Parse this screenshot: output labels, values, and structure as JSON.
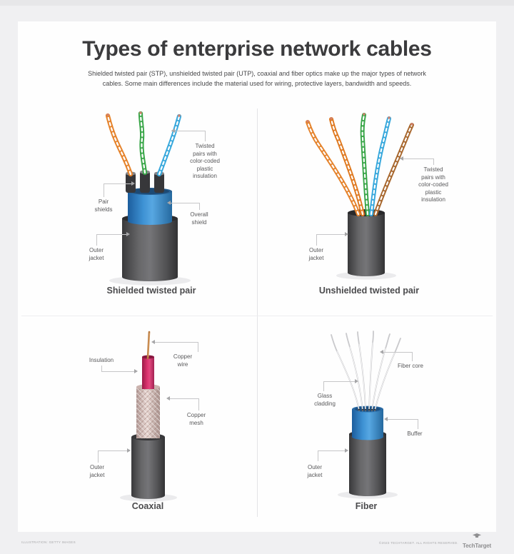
{
  "page": {
    "background": "#f0f0f2",
    "card_background": "#fefefe"
  },
  "header": {
    "title": "Types of enterprise network cables",
    "subtitle": "Shielded twisted pair (STP), unshielded twisted pair (UTP), coaxial and fiber optics make up the major types of network\ncables. Some main differences include the material used for wiring, protective layers, bandwidth and speeds."
  },
  "stp": {
    "caption": "Shielded twisted pair",
    "labels": {
      "twisted_pairs": "Twisted\npairs with\ncolor-coded\nplastic\ninsulation",
      "pair_shields": "Pair\nshields",
      "overall_shield": "Overall\nshield",
      "outer_jacket": "Outer\njacket"
    }
  },
  "utp": {
    "caption": "Unshielded twisted pair",
    "labels": {
      "twisted_pairs": "Twisted\npairs with\ncolor-coded\nplastic\ninsulation",
      "outer_jacket": "Outer\njacket"
    }
  },
  "coaxial": {
    "caption": "Coaxial",
    "labels": {
      "insulation": "Insulation",
      "copper_wire": "Copper\nwire",
      "copper_mesh": "Copper\nmesh",
      "outer_jacket": "Outer\njacket"
    }
  },
  "fiber": {
    "caption": "Fiber",
    "labels": {
      "fiber_core": "Fiber core",
      "glass_cladding": "Glass\ncladding",
      "buffer": "Buffer",
      "outer_jacket": "Outer\njacket"
    }
  },
  "footer": {
    "credit": "ILLUSTRATION: GETTY IMAGES",
    "copyright": "©2023 TECHTARGET. ALL RIGHTS RESERVED.",
    "logo": "TechTarget"
  },
  "colors": {
    "wire_orange": "#e5832c",
    "wire_green": "#3aa649",
    "wire_blue": "#38a8dc",
    "wire_brown": "#a8682f",
    "shield_blue": "#3e92d4",
    "insulation_pink": "#de3571",
    "copper": "#b97a40",
    "jacket_gray": "#4f4f51"
  }
}
